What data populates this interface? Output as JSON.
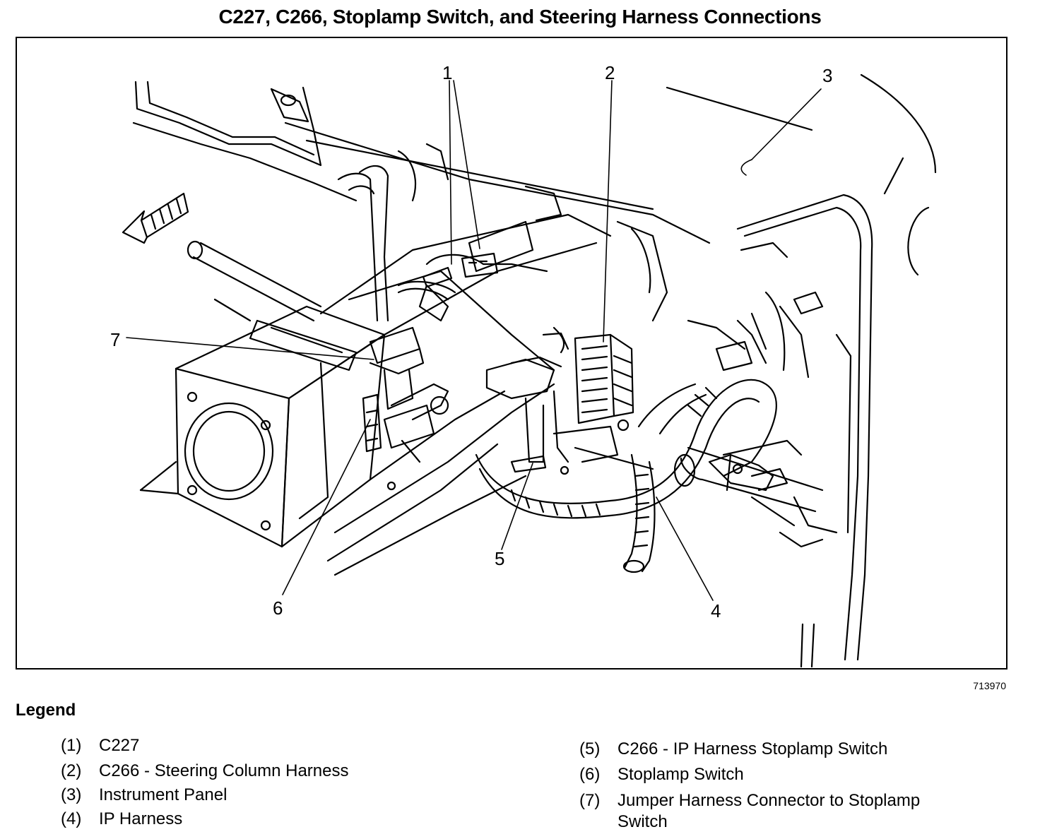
{
  "title": "C227, C266, Stoplamp Switch, and Steering Harness Connections",
  "figure_number": "713970",
  "callouts": [
    "1",
    "2",
    "3",
    "4",
    "5",
    "6",
    "7"
  ],
  "legend": {
    "heading": "Legend",
    "items": [
      {
        "num": "(1)",
        "text": "C227"
      },
      {
        "num": "(2)",
        "text": "C266 - Steering Column Harness"
      },
      {
        "num": "(3)",
        "text": "Instrument Panel"
      },
      {
        "num": "(4)",
        "text": "IP Harness"
      },
      {
        "num": "(5)",
        "text": "C266 - IP Harness Stoplamp Switch"
      },
      {
        "num": "(6)",
        "text": "Stoplamp Switch"
      },
      {
        "num": "(7)",
        "text": "Jumper Harness Connector to Stoplamp",
        "text2": "Switch"
      }
    ]
  }
}
